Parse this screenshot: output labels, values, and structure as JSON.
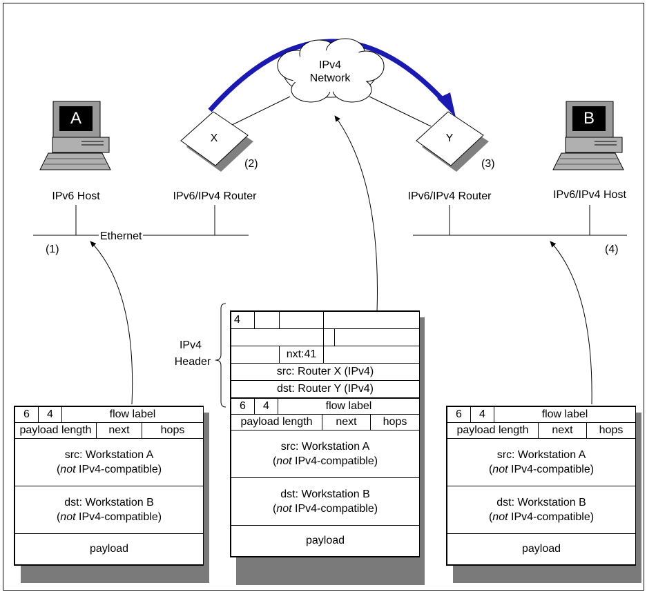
{
  "network": {
    "cloud_line1": "IPv4",
    "cloud_line2": "Network"
  },
  "nodes": {
    "host_a": {
      "letter": "A",
      "caption": "IPv6 Host"
    },
    "host_b": {
      "letter": "B",
      "caption": "IPv6/IPv4 Host"
    },
    "router_x": {
      "letter": "X",
      "caption": "IPv6/IPv4 Router",
      "marker": "(2)"
    },
    "router_y": {
      "letter": "Y",
      "caption": "IPv6/IPv4 Router",
      "marker": "(3)"
    }
  },
  "labels": {
    "ethernet": "Ethernet",
    "marker1": "(1)",
    "marker4": "(4)",
    "ipv4_header_line1": "IPv4",
    "ipv4_header_line2": "Header"
  },
  "ipv6_packet": {
    "version": "6",
    "class": "4",
    "flow_label": "flow label",
    "payload_length": "payload length",
    "next": "next",
    "hops": "hops",
    "src": "src: Workstation A",
    "dst": "dst: Workstation B",
    "not_word": "not",
    "compat_suffix": " IPv4-compatible)",
    "paren_open": "(",
    "payload": "payload"
  },
  "ipv4_header": {
    "version": "4",
    "proto": "nxt:41",
    "src": "src: Router X (IPv4)",
    "dst": "dst: Router Y (IPv4)"
  }
}
